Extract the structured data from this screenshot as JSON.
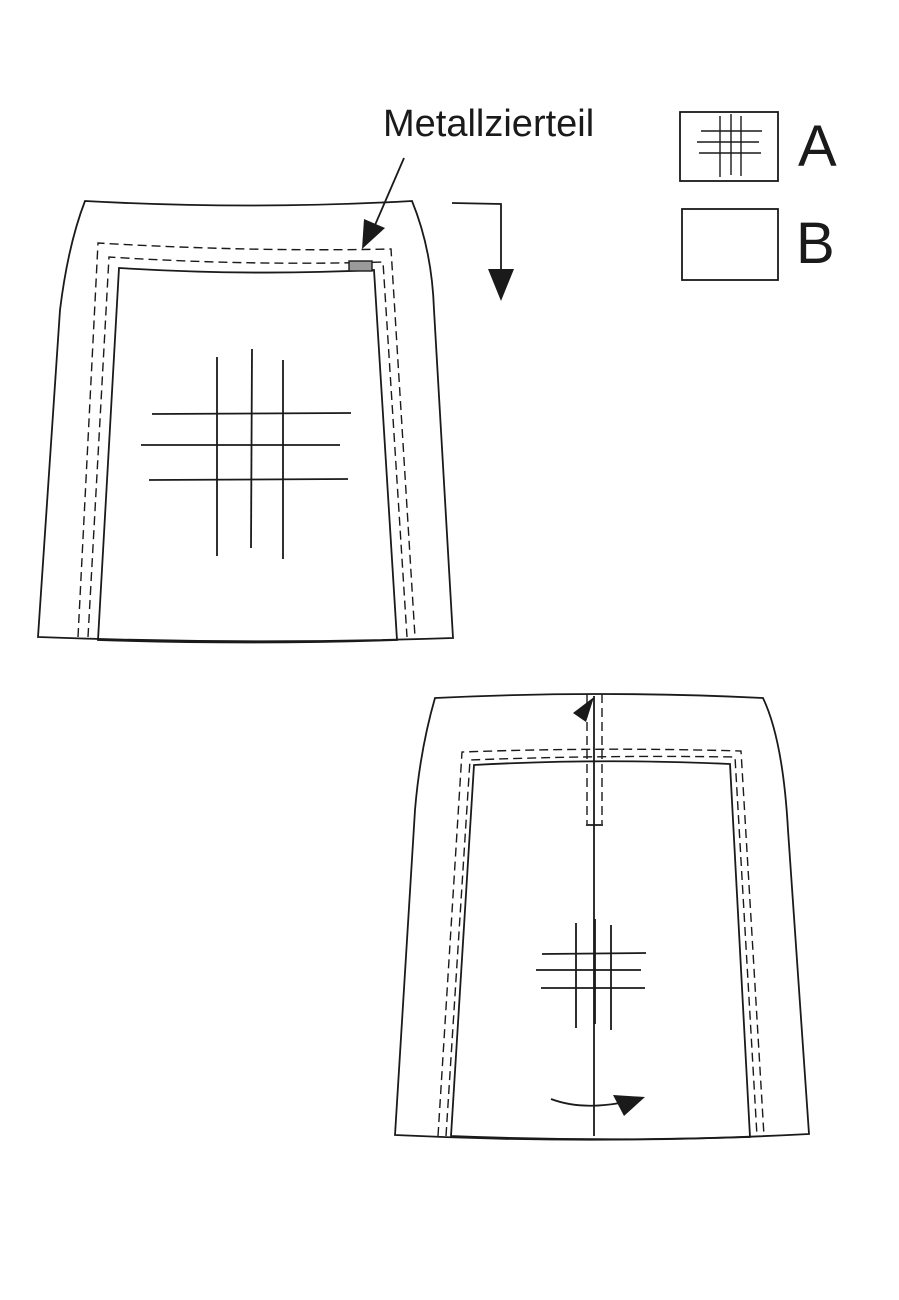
{
  "callout": {
    "text": "Metallzierteil"
  },
  "legend": {
    "items": [
      {
        "letter": "A",
        "swatch": "grid-pattern"
      },
      {
        "letter": "B",
        "swatch": "plain"
      }
    ]
  },
  "colors": {
    "line": "#1a1a1a",
    "metal_part": "#9a9a9a",
    "background": "#ffffff"
  }
}
